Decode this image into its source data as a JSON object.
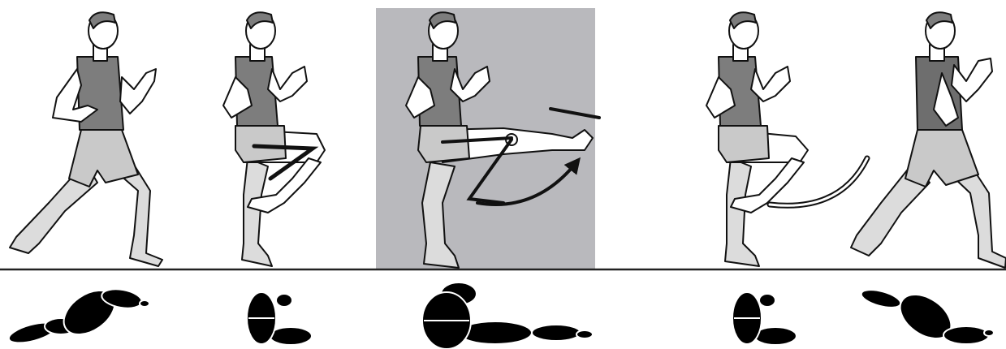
{
  "illustration": {
    "figures": [
      {
        "phase": "stride",
        "position": "left",
        "silhouette": "running-legs-spread"
      },
      {
        "phase": "knee-lift",
        "position": "center-left",
        "silhouette": "knee-raised"
      },
      {
        "phase": "leg-extension",
        "position": "center",
        "highlighted": true,
        "silhouette": "leg-extended"
      },
      {
        "phase": "leg-return",
        "position": "center-right",
        "silhouette": "knee-raised"
      },
      {
        "phase": "stride",
        "position": "right",
        "silhouette": "running-legs-spread"
      }
    ],
    "colors": {
      "highlight_panel": "#b9b9bd",
      "outline": "#111111",
      "skin": "#ffffff",
      "shirt": "#7d7d7d",
      "shorts": "#c9c9c9",
      "leg_shade": "#dcdcdc",
      "ground_line": "#222222",
      "silhouette": "#000000"
    },
    "annotations": [
      "knee-angle-lines",
      "extension-arrow",
      "return-arc"
    ]
  }
}
